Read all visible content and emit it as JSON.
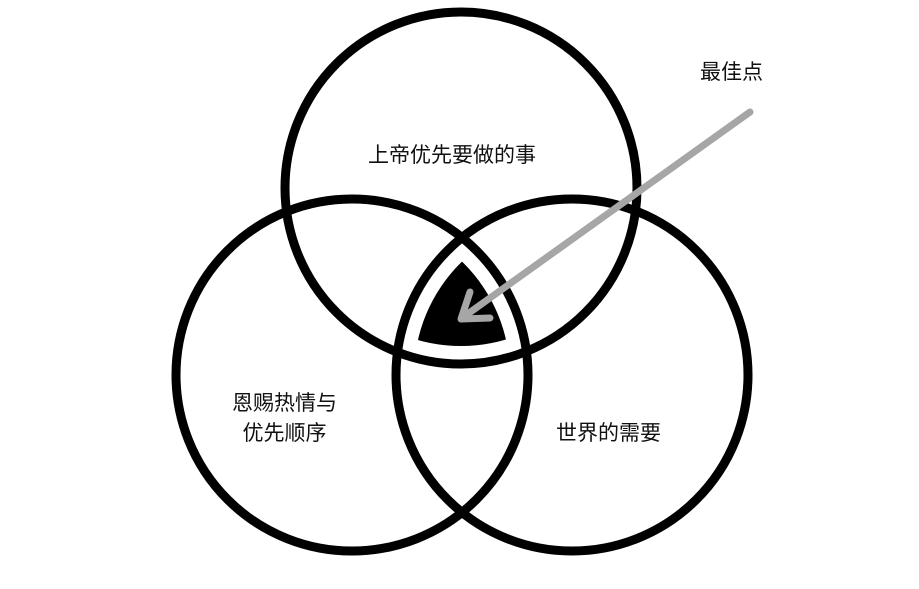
{
  "diagram": {
    "type": "venn",
    "sweet_spot_label": "最佳点",
    "circles": [
      {
        "id": "top",
        "label": "上帝优先要做的事"
      },
      {
        "id": "left",
        "label_lines": [
          "恩赐热情与",
          "优先顺序"
        ]
      },
      {
        "id": "right",
        "label": "世界的需要"
      }
    ],
    "colors": {
      "stroke": "#000000",
      "sweet_spot": "#000000",
      "arrow": "#a6a6a6"
    }
  }
}
